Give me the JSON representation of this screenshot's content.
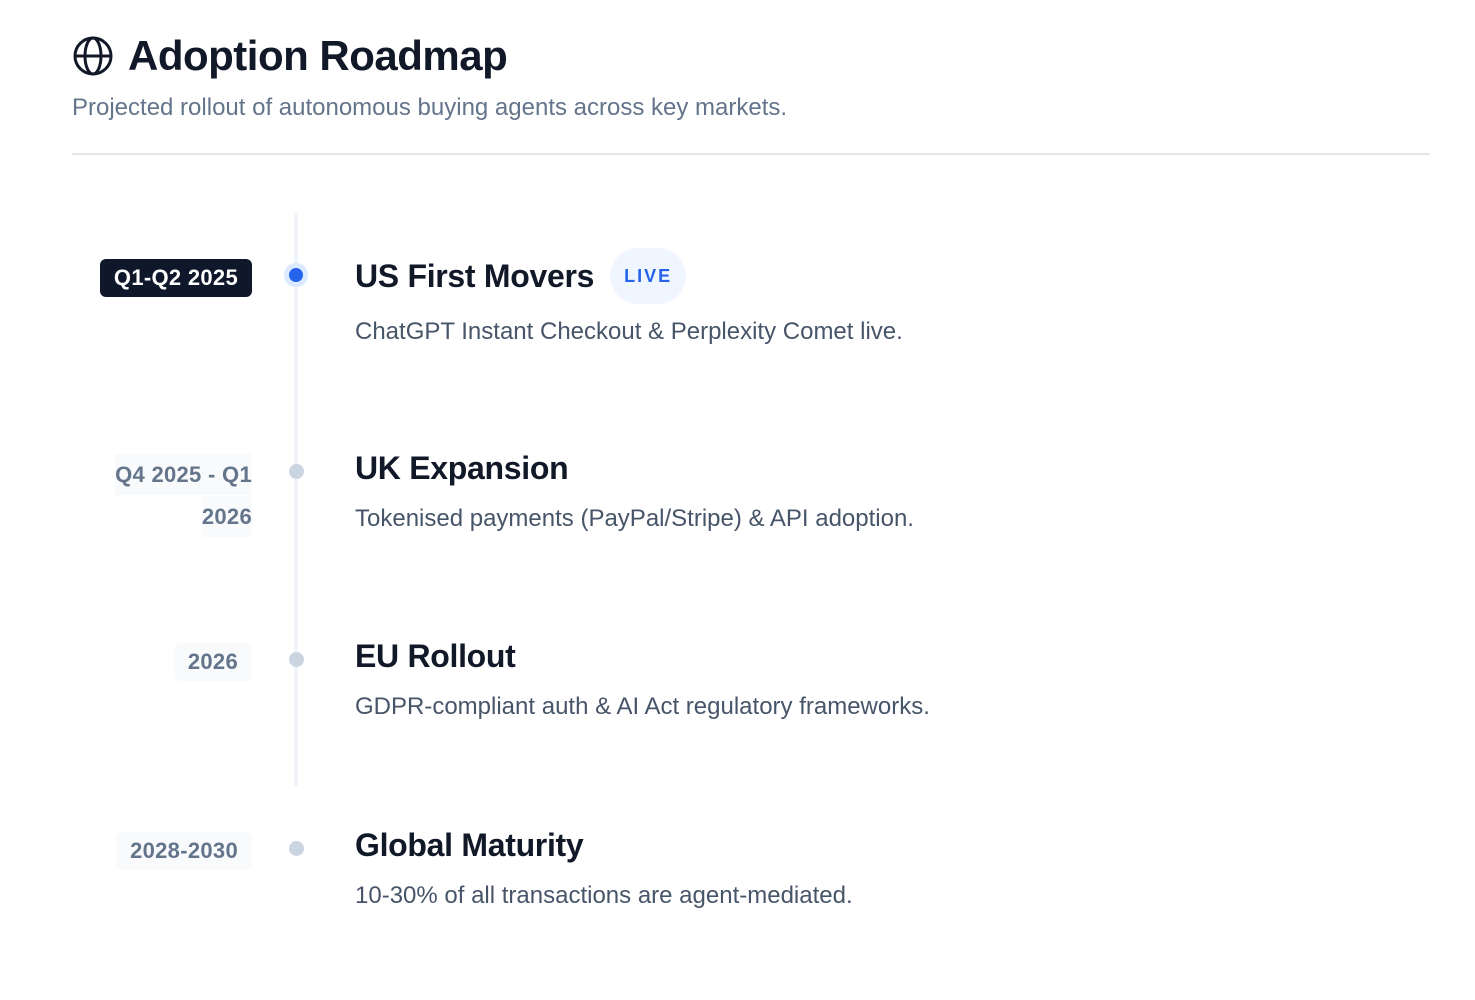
{
  "header": {
    "icon": "globe-icon",
    "title": "Adoption Roadmap",
    "subtitle": "Projected rollout of autonomous buying agents across key markets."
  },
  "timeline": [
    {
      "date": "Q1-Q2 2025",
      "status": "active",
      "title": "US First Movers",
      "badge": "LIVE",
      "description": "ChatGPT Instant Checkout & Perplexity Comet live."
    },
    {
      "date_lines": [
        "Q4 2025 - Q1",
        "2026"
      ],
      "status": "upcoming",
      "title": "UK Expansion",
      "description": "Tokenised payments (PayPal/Stripe) & API adoption."
    },
    {
      "date": "2026",
      "status": "upcoming",
      "title": "EU Rollout",
      "description": "GDPR-compliant auth & AI Act regulatory frameworks."
    },
    {
      "date": "2028-2030",
      "status": "upcoming",
      "title": "Global Maturity",
      "description": "10-30% of all transactions are agent-mediated."
    }
  ],
  "colors": {
    "accent": "#2563eb",
    "active_badge_bg": "#0f172a",
    "inactive_dot": "#cbd5e1",
    "muted_text": "#64748b"
  }
}
